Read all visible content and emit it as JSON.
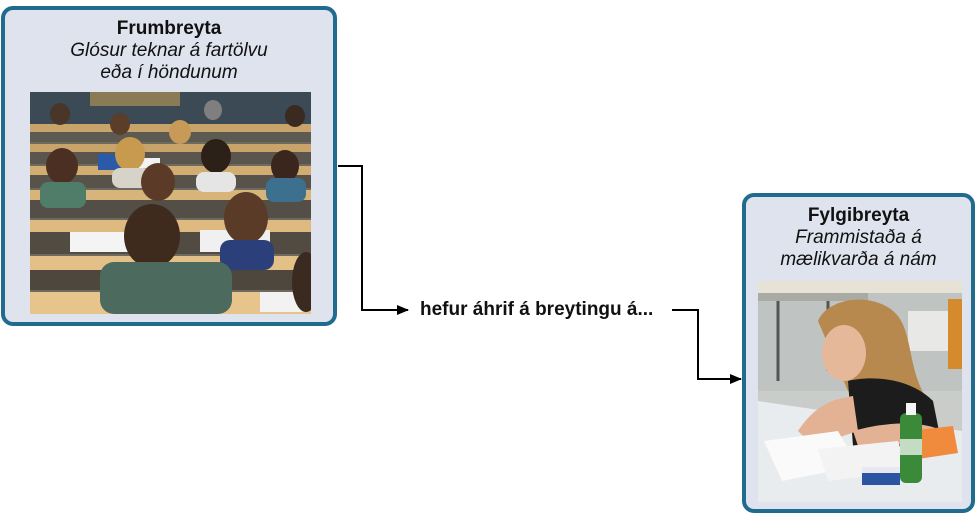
{
  "independent_variable": {
    "title": "Frumbreyta",
    "subtitle": "Glósur teknar á fartölvu\neða í höndunum"
  },
  "dependent_variable": {
    "title": "Fylgibreyta",
    "subtitle": "Frammistaða á\nmælikvarða á nám"
  },
  "relation_label": "hefur áhrif á breytingu á...",
  "colors": {
    "box_border": "#1f6c8f",
    "box_fill": "#dfe3ee",
    "arrow": "#000000"
  }
}
